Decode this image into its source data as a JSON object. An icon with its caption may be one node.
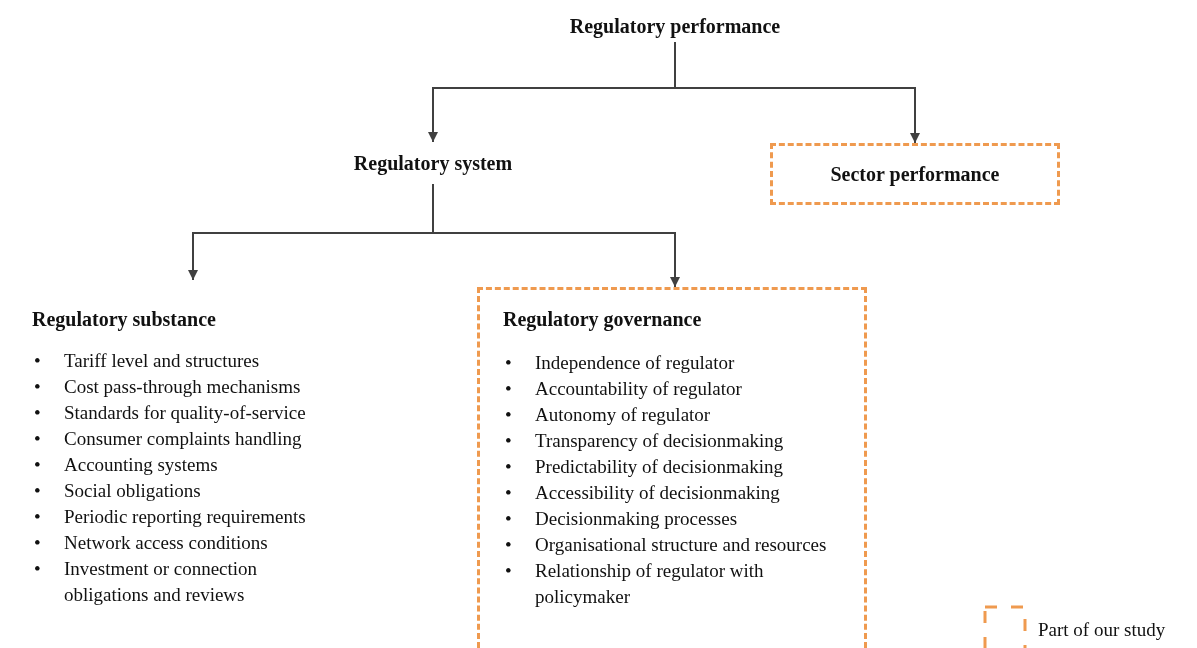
{
  "diagram": {
    "nodes": [
      {
        "text": [
          "Regulatory performance"
        ]
      },
      {
        "text": [
          "Regulatory system"
        ]
      },
      {
        "text": [
          "Sector performance"
        ]
      },
      {
        "text": [
          "Regulatory substance",
          "Tariff level and structures",
          "Cost pass-through mechanisms",
          "Standards for quality-of-service",
          "Consumer complaints handling",
          "Accounting systems",
          "Social obligations",
          "Periodic reporting requirements",
          "Network access conditions",
          "Investment or connection obligations and reviews"
        ]
      },
      {
        "text": [
          "Regulatory governance",
          "Independence of regulator",
          "Accountability of regulator",
          "Autonomy of regulator",
          "Transparency of decisionmaking",
          "Predictability of decisionmaking",
          "Accessibility of decisionmaking",
          "Decisionmaking processes",
          "Organisational structure and resources",
          "Relationship of regulator with policymaker"
        ]
      }
    ],
    "edges": [
      {
        "from": 0,
        "to": 1,
        "arrow": "to"
      },
      {
        "from": 0,
        "to": 2,
        "arrow": "to"
      },
      {
        "from": 1,
        "to": 3,
        "arrow": "to"
      },
      {
        "from": 1,
        "to": 4,
        "arrow": "to"
      }
    ],
    "labels": [
      "•",
      "•",
      "•",
      "•",
      "•",
      "•",
      "•",
      "•",
      "•",
      "•",
      "•",
      "•",
      "•",
      "•",
      "•",
      "•",
      "•",
      "•"
    ],
    "legend": [
      {
        "text": "Part of our study"
      }
    ]
  }
}
